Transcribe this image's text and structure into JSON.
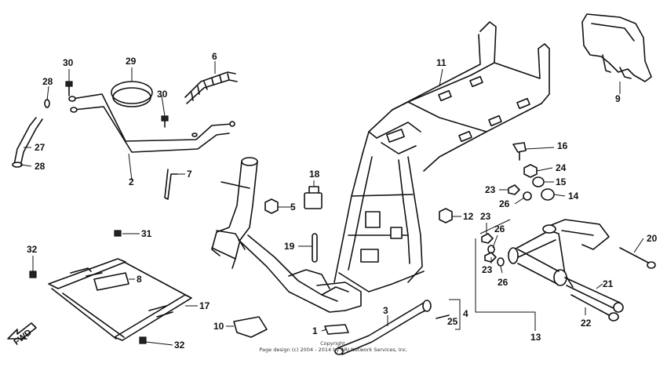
{
  "diagram": {
    "callouts": [
      {
        "id": "30a",
        "label": "30"
      },
      {
        "id": "29",
        "label": "29"
      },
      {
        "id": "6",
        "label": "6"
      },
      {
        "id": "28a",
        "label": "28"
      },
      {
        "id": "30b",
        "label": "30"
      },
      {
        "id": "27",
        "label": "27"
      },
      {
        "id": "28b",
        "label": "28"
      },
      {
        "id": "2",
        "label": "2"
      },
      {
        "id": "7",
        "label": "7"
      },
      {
        "id": "11",
        "label": "11"
      },
      {
        "id": "9",
        "label": "9"
      },
      {
        "id": "16",
        "label": "16"
      },
      {
        "id": "24",
        "label": "24"
      },
      {
        "id": "15",
        "label": "15"
      },
      {
        "id": "23a",
        "label": "23"
      },
      {
        "id": "14",
        "label": "14"
      },
      {
        "id": "26a",
        "label": "26"
      },
      {
        "id": "18",
        "label": "18"
      },
      {
        "id": "5",
        "label": "5"
      },
      {
        "id": "12",
        "label": "12"
      },
      {
        "id": "23b",
        "label": "23"
      },
      {
        "id": "26b",
        "label": "26"
      },
      {
        "id": "20",
        "label": "20"
      },
      {
        "id": "31",
        "label": "31"
      },
      {
        "id": "32a",
        "label": "32"
      },
      {
        "id": "19",
        "label": "19"
      },
      {
        "id": "23c",
        "label": "23"
      },
      {
        "id": "26c",
        "label": "26"
      },
      {
        "id": "8",
        "label": "8"
      },
      {
        "id": "17",
        "label": "17"
      },
      {
        "id": "21",
        "label": "21"
      },
      {
        "id": "22",
        "label": "22"
      },
      {
        "id": "4",
        "label": "4"
      },
      {
        "id": "3",
        "label": "3"
      },
      {
        "id": "25",
        "label": "25"
      },
      {
        "id": "10",
        "label": "10"
      },
      {
        "id": "1",
        "label": "1"
      },
      {
        "id": "13",
        "label": "13"
      },
      {
        "id": "32b",
        "label": "32"
      }
    ],
    "direction_label": "FWD",
    "copyright": "Copyright\nPage design (c) 2004 - 2014 by ARI Network Services, Inc."
  }
}
